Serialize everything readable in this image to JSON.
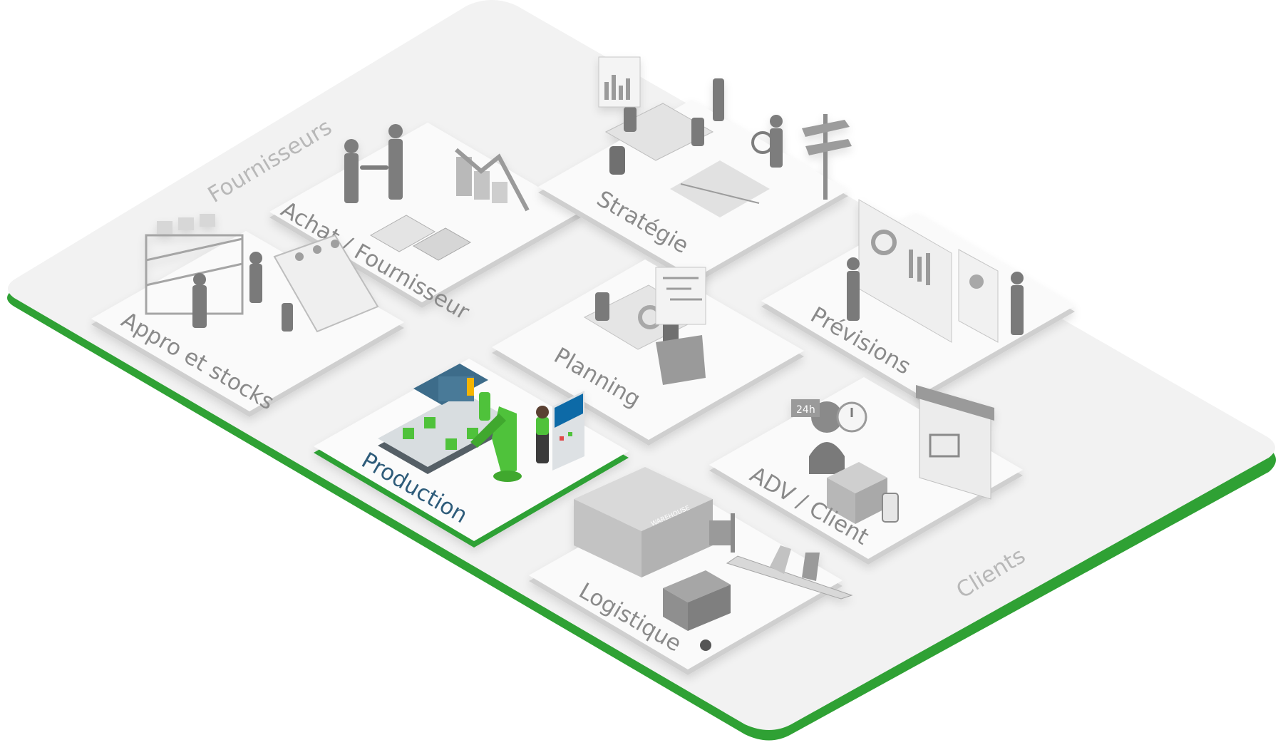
{
  "colors": {
    "accent": "#2fa134",
    "accent_light": "#7fd54a",
    "active_label": "#2f5b7a",
    "label": "#8a8a8a",
    "edge_label": "#b8b8b8"
  },
  "board": {
    "edges": {
      "suppliers": "Fournisseurs",
      "clients": "Clients"
    }
  },
  "modules": [
    {
      "id": "achat",
      "label": "Achat / Fournisseur",
      "active": false,
      "icon": "handshake-icon"
    },
    {
      "id": "strategie",
      "label": "Stratégie",
      "active": false,
      "icon": "meeting-icon"
    },
    {
      "id": "appro",
      "label": "Appro et stocks",
      "active": false,
      "icon": "warehouse-shelf-icon"
    },
    {
      "id": "planning",
      "label": "Planning",
      "active": false,
      "icon": "planning-table-icon"
    },
    {
      "id": "previsions",
      "label": "Prévisions",
      "active": false,
      "icon": "dashboard-icon"
    },
    {
      "id": "production",
      "label": "Production",
      "active": true,
      "icon": "robot-arm-icon"
    },
    {
      "id": "adv",
      "label": "ADV / Client",
      "active": false,
      "icon": "customer-service-icon"
    },
    {
      "id": "logistique",
      "label": "Logistique",
      "active": false,
      "icon": "truck-plane-icon"
    }
  ],
  "illustration_text": {
    "warehouse_sign": "WAREHOUSE",
    "clock_24h": "24h"
  }
}
